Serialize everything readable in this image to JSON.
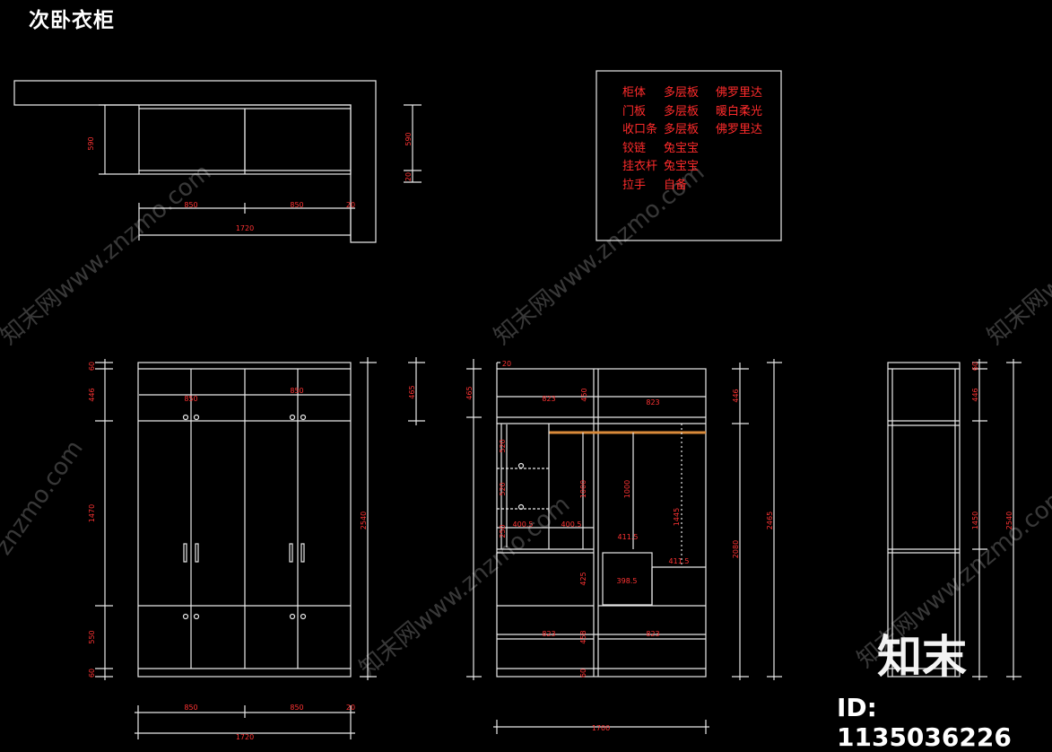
{
  "title": "次卧衣柜",
  "legend": [
    [
      "柜体",
      "多层板",
      "佛罗里达"
    ],
    [
      "门板",
      "多层板",
      "暖白柔光"
    ],
    [
      "收口条",
      "多层板",
      "佛罗里达"
    ],
    [
      "铰链",
      "兔宝宝",
      ""
    ],
    [
      "挂衣杆",
      "兔宝宝",
      ""
    ],
    [
      "拉手",
      "自备",
      ""
    ]
  ],
  "watermark": {
    "logo": "知末",
    "id": "ID: 1135036226",
    "diag_text": "知末网www.znzmo.com",
    "left_text": "znzmo.com"
  },
  "dims": {
    "top_h1": "590",
    "top_h2": "590",
    "top_h3": "20",
    "top_w1": "850",
    "top_w2": "850",
    "top_w3": "20",
    "top_total": "1720",
    "f_l1": "60",
    "f_l2": "446",
    "f_l3": "1470",
    "f_l4": "550",
    "f_l5": "60",
    "f_top1": "850",
    "f_top2": "850",
    "f_r1": "2540",
    "f_r2": "465",
    "f_b1": "850",
    "f_b2": "850",
    "f_b3": "20",
    "f_btotal": "1720",
    "i_l1": "465",
    "i_l2": "20",
    "i_l3": "520",
    "i_l4": "520",
    "i_l5": "250",
    "i_t1": "823",
    "i_t2": "823",
    "i_t3": "450",
    "i_m1": "400.5",
    "i_m2": "400.5",
    "i_v1": "1000",
    "i_v2": "1000",
    "i_v3": "1445",
    "i_s1": "411.5",
    "i_s2": "411.5",
    "i_s3": "398.5",
    "i_m3": "425",
    "i_m4": "458",
    "i_b1": "823",
    "i_b2": "823",
    "i_b3": "60",
    "i_r1": "446",
    "i_r2": "2080",
    "i_r3": "2465",
    "i_btotal": "1700",
    "s_r1": "60",
    "s_r2": "446",
    "s_r3": "1450",
    "s_r4": "2540"
  }
}
